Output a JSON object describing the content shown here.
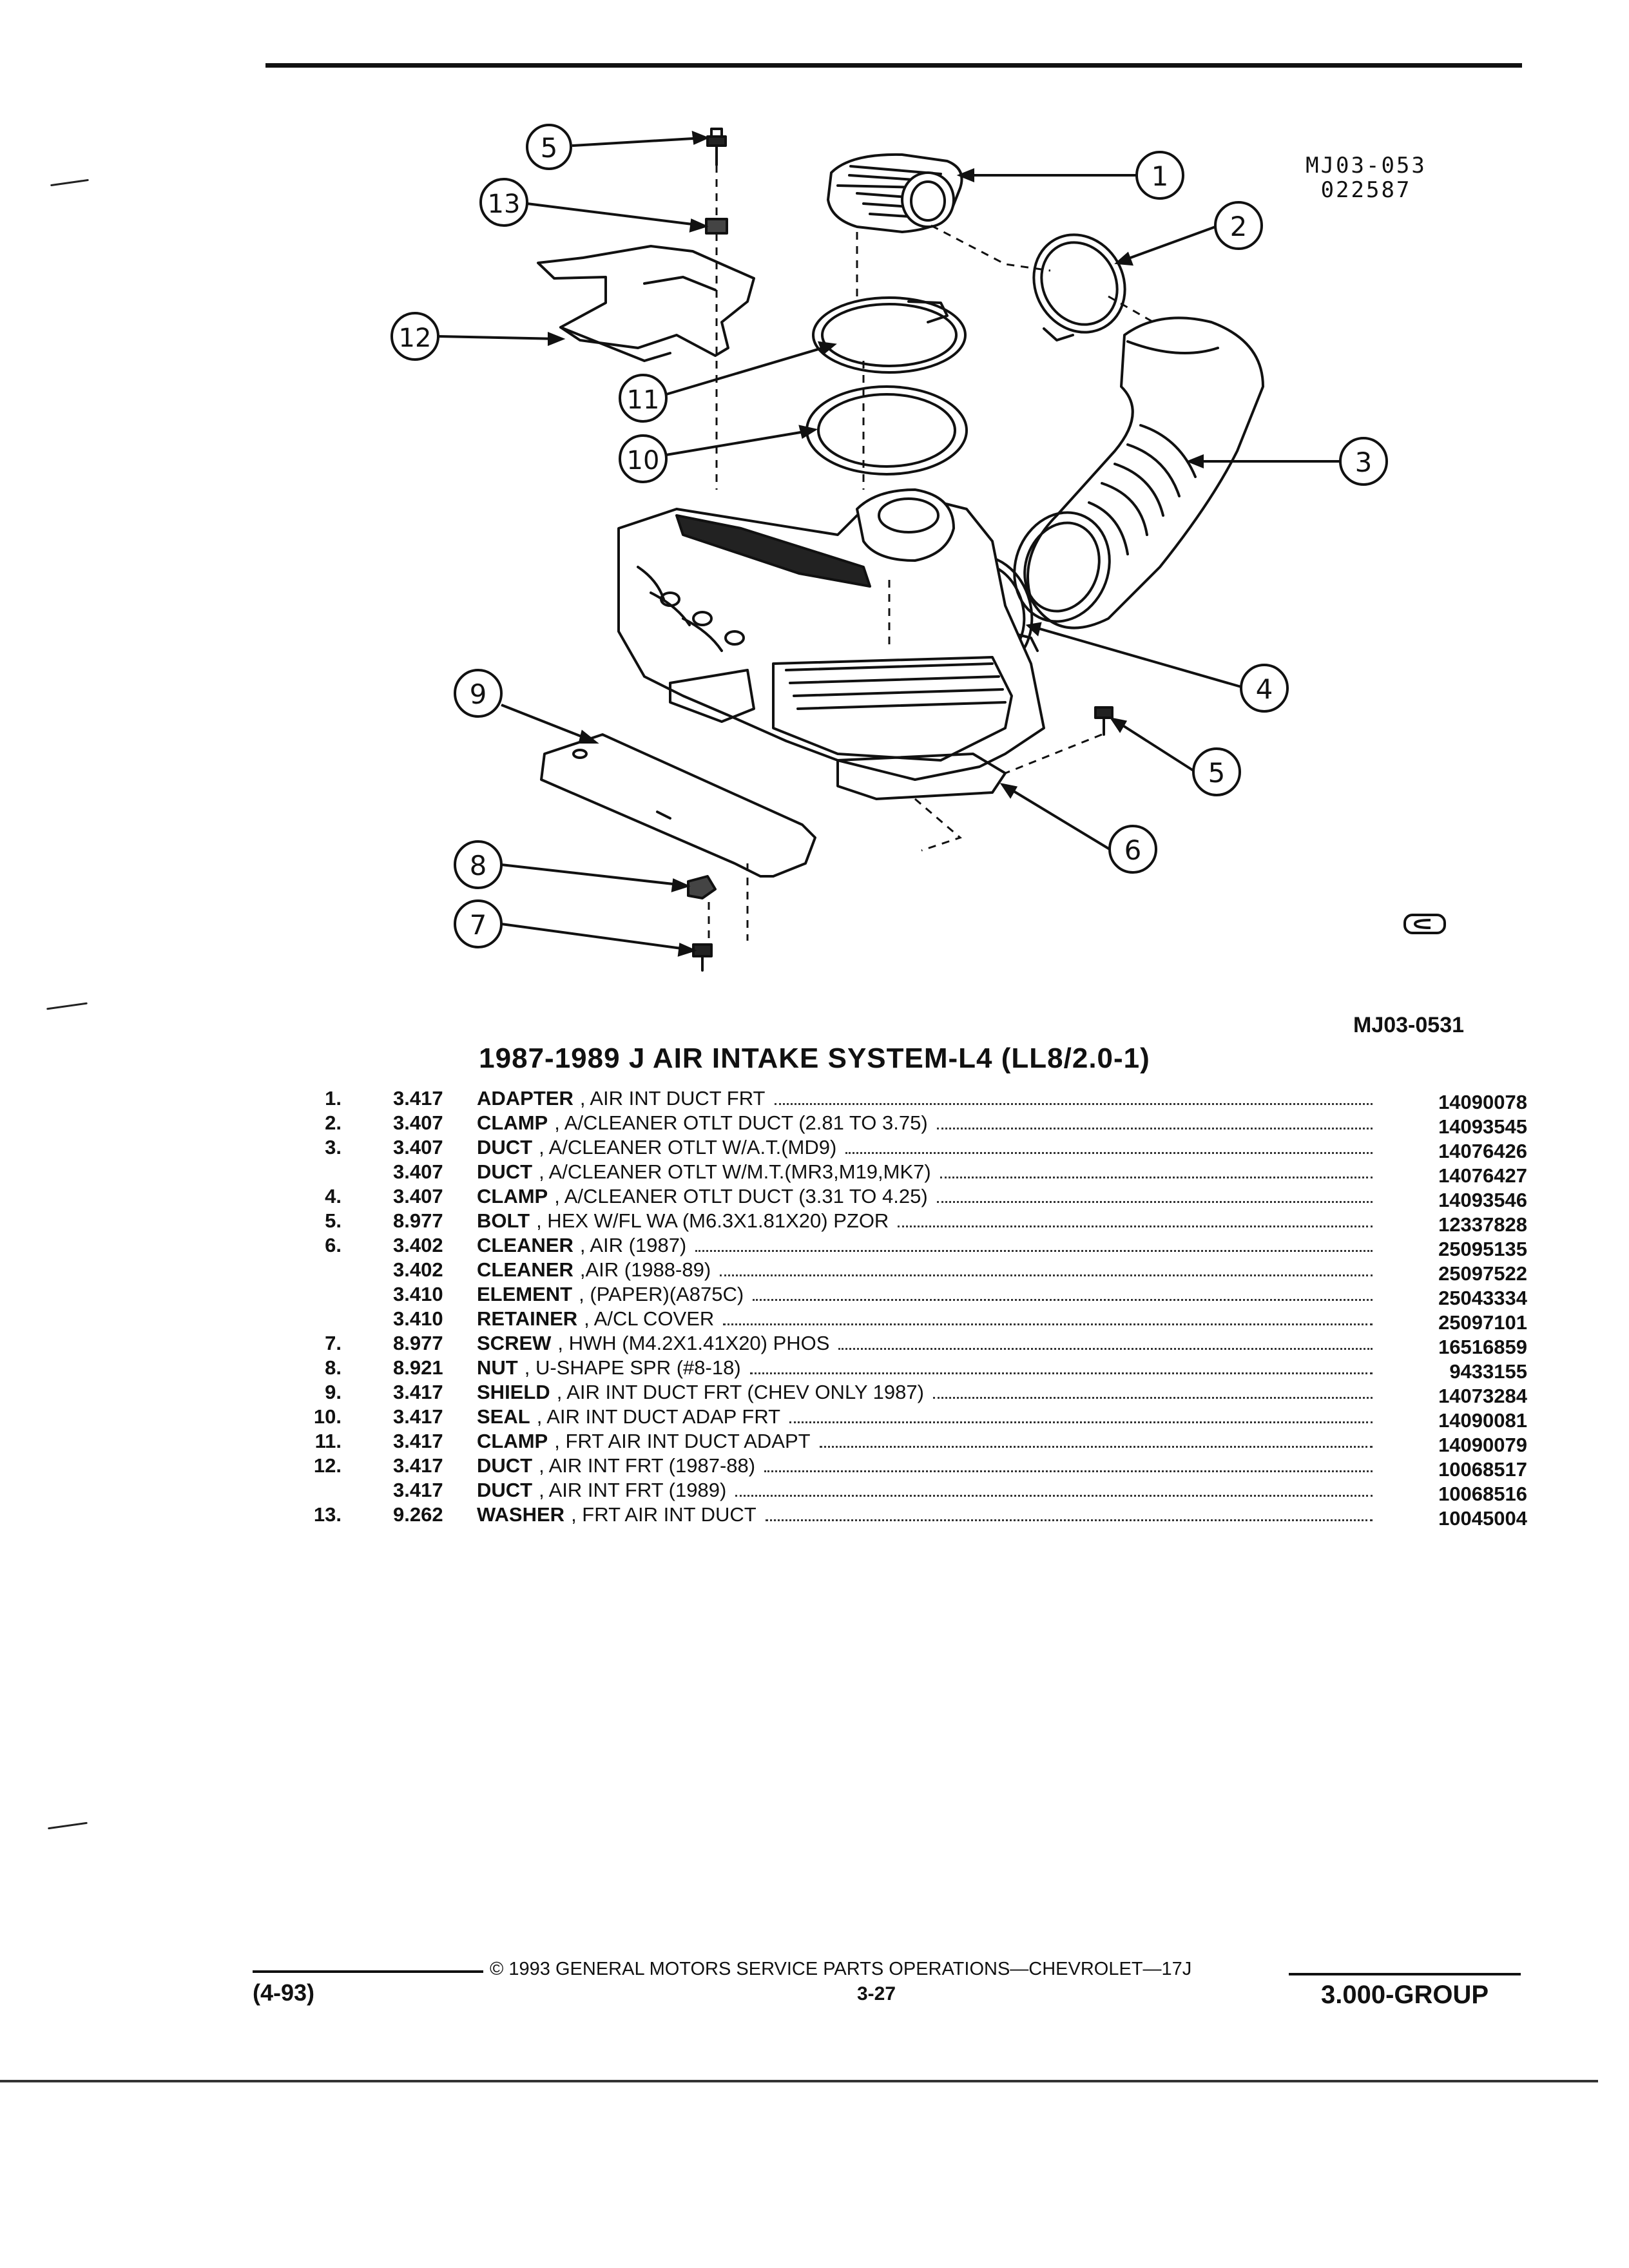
{
  "figure": {
    "ref_code_line1": "MJ03-053",
    "ref_code_line2": "022587",
    "figure_id": "MJ03-0531",
    "callouts": [
      "5",
      "13",
      "12",
      "11",
      "10",
      "1",
      "2",
      "3",
      "4",
      "5",
      "6",
      "9",
      "8",
      "7"
    ]
  },
  "title": "1987-1989 J AIR INTAKE SYSTEM-L4 (LL8/2.0-1)",
  "parts": [
    {
      "num": "1.",
      "group": "3.417",
      "noun": "ADAPTER",
      "desc": ", AIR INT DUCT FRT",
      "part": "14090078"
    },
    {
      "num": "2.",
      "group": "3.407",
      "noun": "CLAMP",
      "desc": ", A/CLEANER OTLT DUCT (2.81 TO 3.75)",
      "part": "14093545"
    },
    {
      "num": "3.",
      "group": "3.407",
      "noun": "DUCT",
      "desc": ", A/CLEANER OTLT W/A.T.(MD9)",
      "part": "14076426"
    },
    {
      "num": "",
      "group": "3.407",
      "noun": "DUCT",
      "desc": ", A/CLEANER OTLT W/M.T.(MR3,M19,MK7)",
      "part": "14076427"
    },
    {
      "num": "4.",
      "group": "3.407",
      "noun": "CLAMP",
      "desc": ", A/CLEANER OTLT DUCT (3.31 TO 4.25)",
      "part": "14093546"
    },
    {
      "num": "5.",
      "group": "8.977",
      "noun": "BOLT",
      "desc": ", HEX W/FL WA (M6.3X1.81X20) PZOR",
      "part": "12337828"
    },
    {
      "num": "6.",
      "group": "3.402",
      "noun": "CLEANER",
      "desc": ", AIR (1987)",
      "part": "25095135"
    },
    {
      "num": "",
      "group": "3.402",
      "noun": "CLEANER",
      "desc": ",AIR (1988-89)",
      "part": "25097522"
    },
    {
      "num": "",
      "group": "3.410",
      "noun": "ELEMENT",
      "desc": ", (PAPER)(A875C)",
      "part": "25043334"
    },
    {
      "num": "",
      "group": "3.410",
      "noun": "RETAINER",
      "desc": ", A/CL COVER",
      "part": "25097101"
    },
    {
      "num": "7.",
      "group": "8.977",
      "noun": "SCREW",
      "desc": ", HWH (M4.2X1.41X20) PHOS",
      "part": "16516859"
    },
    {
      "num": "8.",
      "group": "8.921",
      "noun": "NUT",
      "desc": ", U-SHAPE SPR (#8-18)",
      "part": "9433155"
    },
    {
      "num": "9.",
      "group": "3.417",
      "noun": "SHIELD",
      "desc": ", AIR INT DUCT FRT (CHEV ONLY 1987)",
      "part": "14073284"
    },
    {
      "num": "10.",
      "group": "3.417",
      "noun": "SEAL",
      "desc": ", AIR INT DUCT ADAP FRT",
      "part": "14090081"
    },
    {
      "num": "11.",
      "group": "3.417",
      "noun": "CLAMP",
      "desc": ", FRT AIR INT DUCT ADAPT",
      "part": "14090079"
    },
    {
      "num": "12.",
      "group": "3.417",
      "noun": "DUCT",
      "desc": ", AIR INT FRT (1987-88)",
      "part": "10068517"
    },
    {
      "num": "",
      "group": "3.417",
      "noun": "DUCT",
      "desc": ", AIR INT FRT (1989)",
      "part": "10068516"
    },
    {
      "num": "13.",
      "group": "9.262",
      "noun": "WASHER",
      "desc": ", FRT AIR INT DUCT",
      "part": "10045004"
    }
  ],
  "footer": {
    "date": "(4-93)",
    "copyright": "© 1993 GENERAL MOTORS SERVICE PARTS OPERATIONS—CHEVROLET—17J",
    "page": "3-27",
    "group": "3.000-GROUP"
  }
}
